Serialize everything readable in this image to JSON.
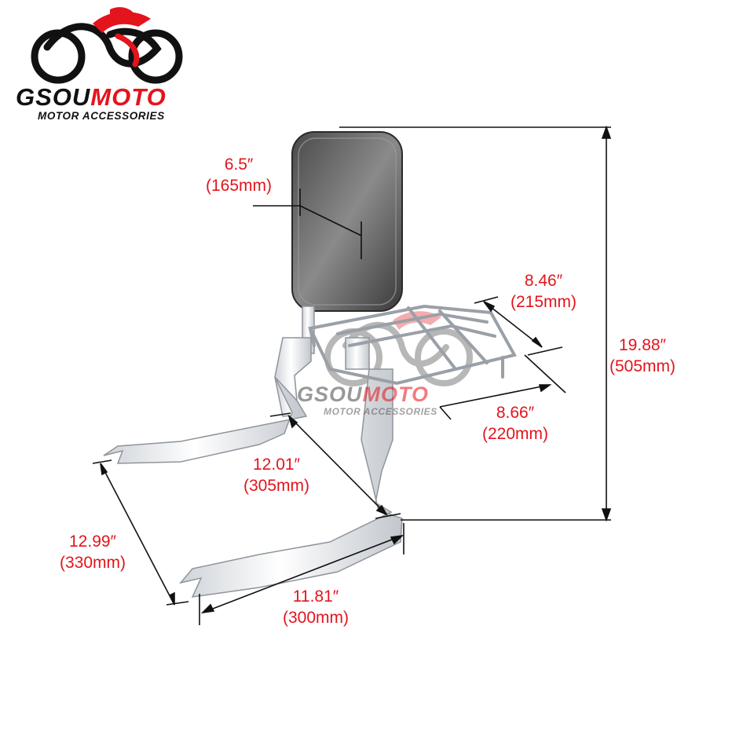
{
  "brand": {
    "name_part1": "GSOU",
    "name_part2": "MOTO",
    "tagline": "MOTOR ACCESSORIES",
    "colors": {
      "red": "#e3141c",
      "dark": "#111111"
    }
  },
  "watermark": {
    "name_part1": "GSOU",
    "name_part2": "MOTO",
    "tagline": "MOTOR ACCESSORIES"
  },
  "dimensions": {
    "pad_thickness": {
      "inch": "6.5″",
      "mm": "(165mm)"
    },
    "total_height": {
      "inch": "19.88″",
      "mm": "(505mm)"
    },
    "rack_depth": {
      "inch": "8.46″",
      "mm": "(215mm)"
    },
    "rack_width": {
      "inch": "8.66″",
      "mm": "(220mm)"
    },
    "inner_width": {
      "inch": "12.01″",
      "mm": "(305mm)"
    },
    "arm_length": {
      "inch": "12.99″",
      "mm": "(330mm)"
    },
    "outer_width": {
      "inch": "11.81″",
      "mm": "(300mm)"
    }
  },
  "icons": [
    "motorcycle-logo-icon",
    "sissy-bar-product-illustration"
  ]
}
